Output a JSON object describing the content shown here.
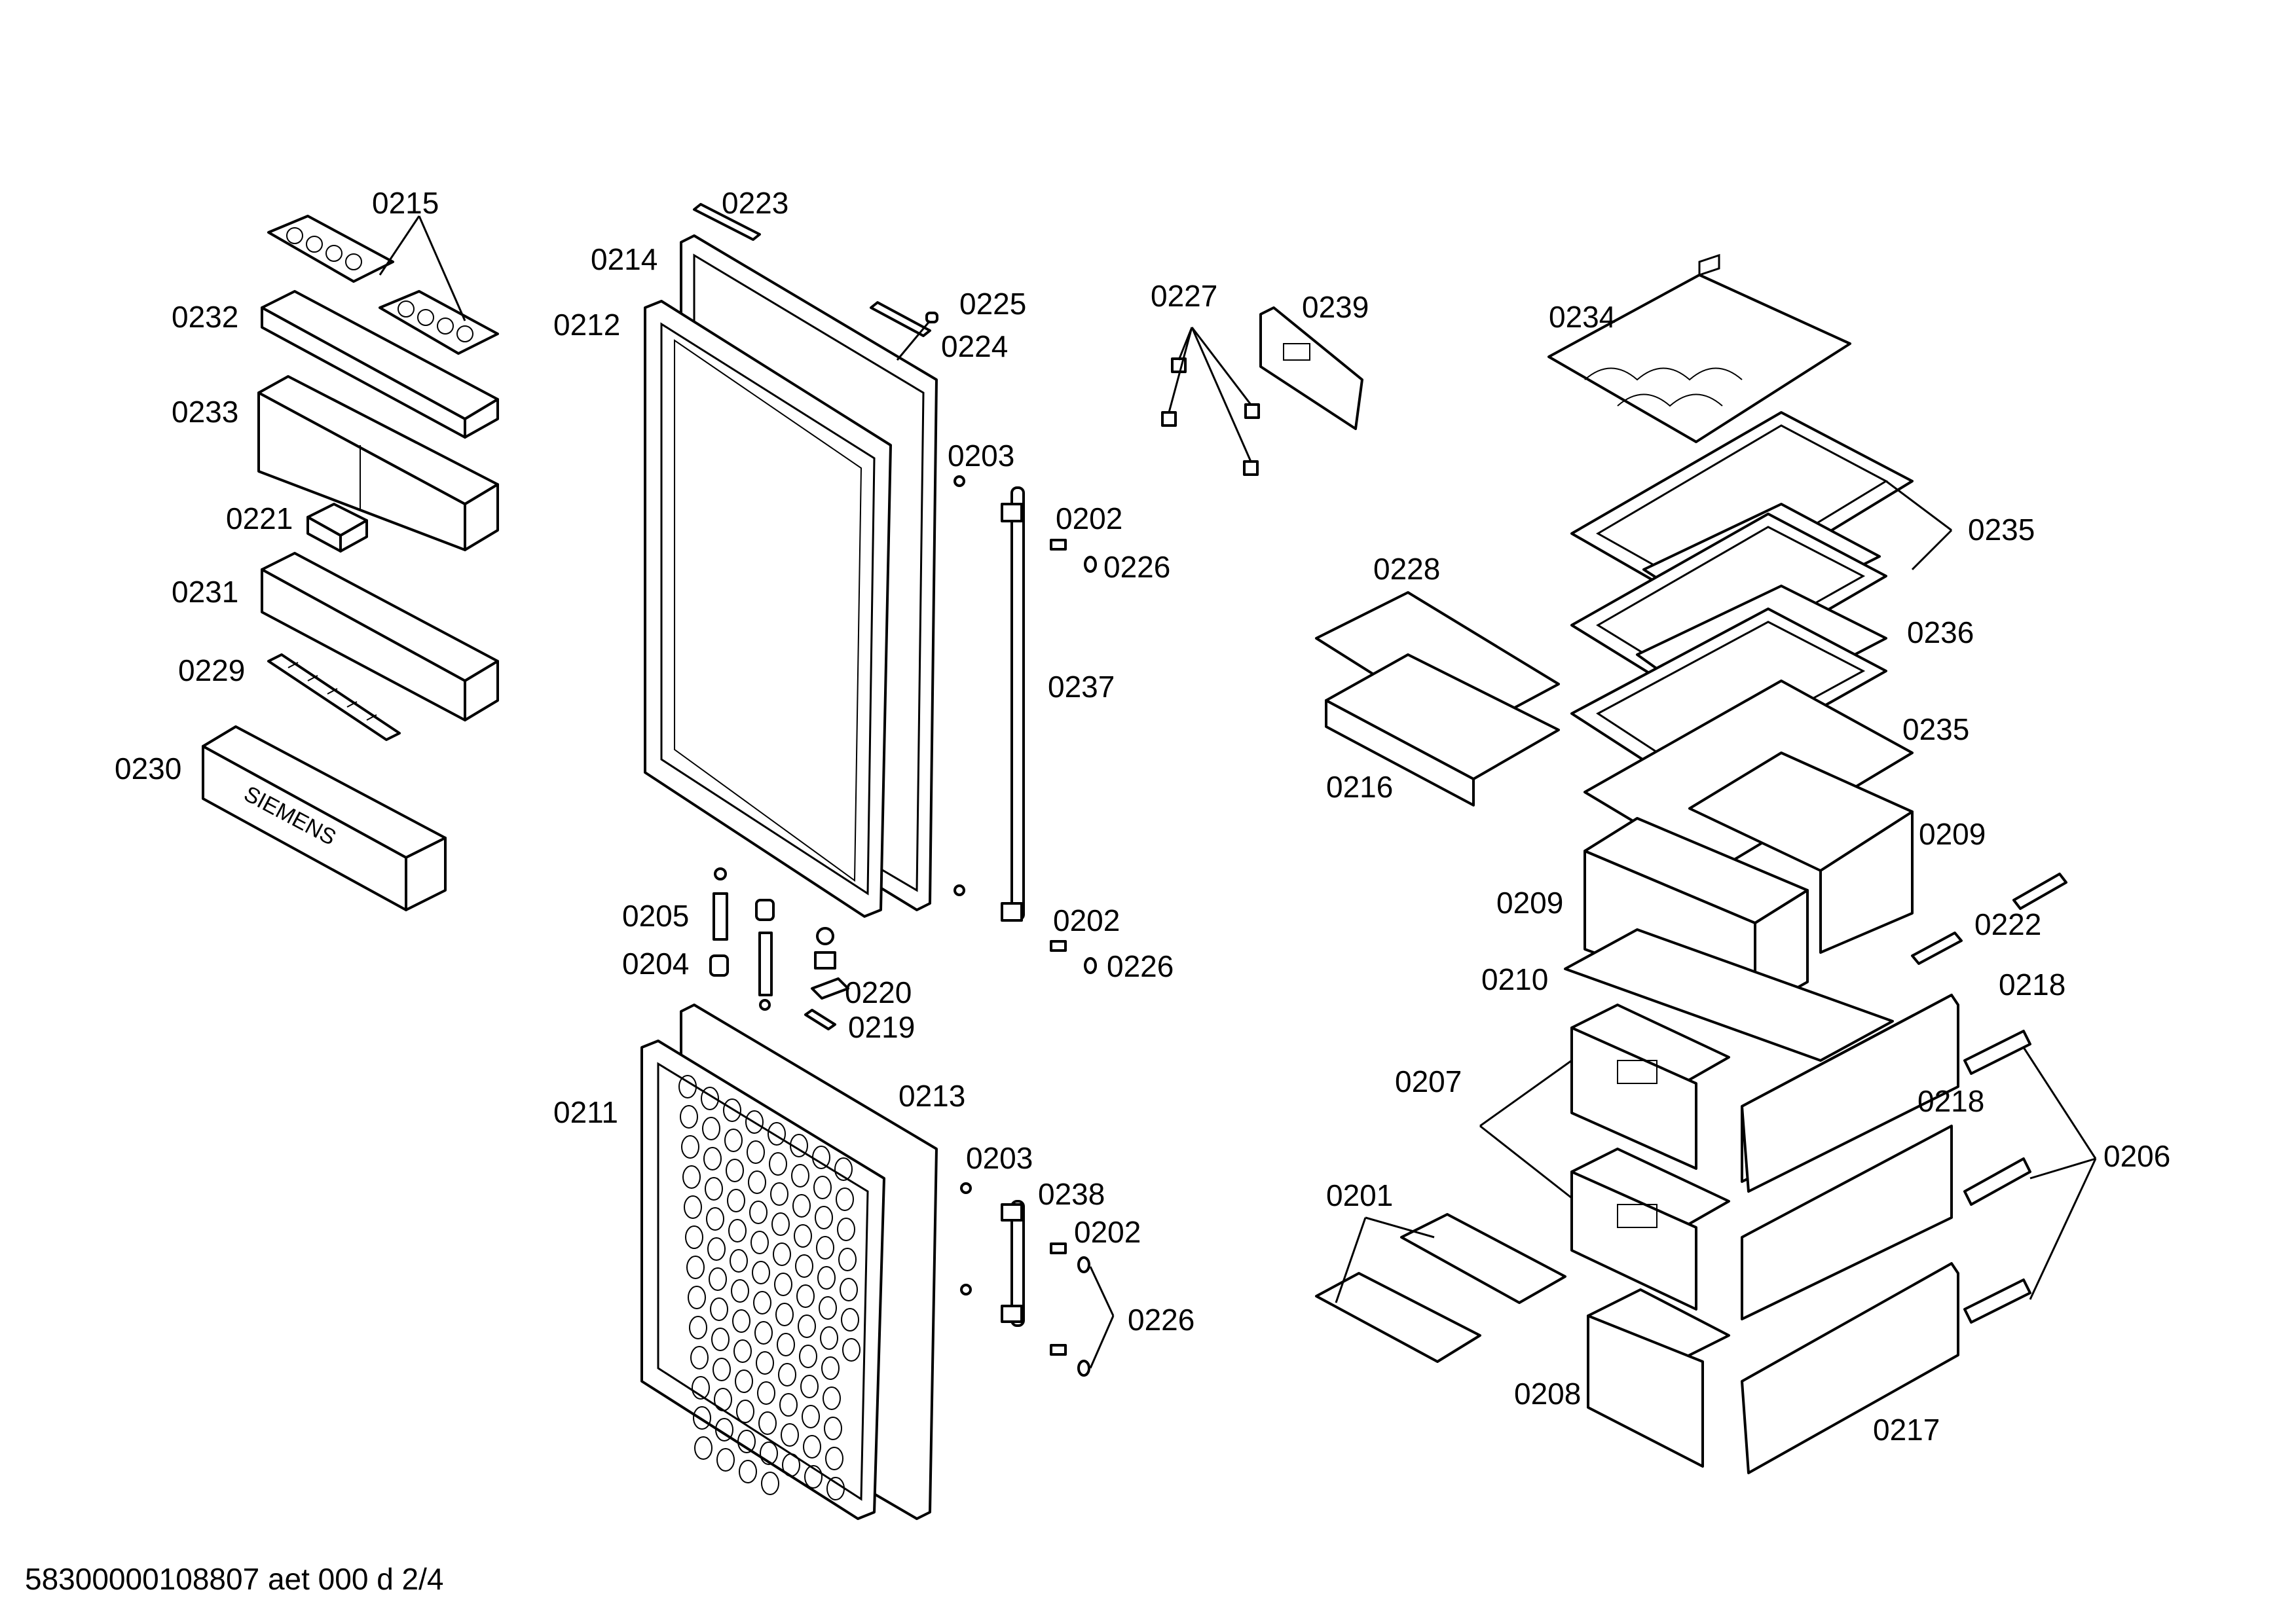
{
  "labels": {
    "p0215": "0215",
    "p0232": "0232",
    "p0233": "0233",
    "p0221": "0221",
    "p0231": "0231",
    "p0229": "0229",
    "p0230": "0230",
    "p0223": "0223",
    "p0214": "0214",
    "p0212": "0212",
    "p0225": "0225",
    "p0224": "0224",
    "p0203a": "0203",
    "p0202a": "0202",
    "p0226a": "0226",
    "p0237": "0237",
    "p0202b": "0202",
    "p0226b": "0226",
    "p0205": "0205",
    "p0204": "0204",
    "p0220": "0220",
    "p0219": "0219",
    "p0211": "0211",
    "p0213": "0213",
    "p0203b": "0203",
    "p0238": "0238",
    "p0202c": "0202",
    "p0226c": "0226",
    "p0227": "0227",
    "p0239": "0239",
    "p0228": "0228",
    "p0216": "0216",
    "p0201": "0201",
    "p0234": "0234",
    "p0235a": "0235",
    "p0236": "0236",
    "p0235b": "0235",
    "p0209a": "0209",
    "p0209b": "0209",
    "p0222": "0222",
    "p0210": "0210",
    "p0218a": "0218",
    "p0207": "0207",
    "p0218b": "0218",
    "p0206": "0206",
    "p0208": "0208",
    "p0217": "0217"
  },
  "brand_text": "SIEMENS",
  "footer": "58300000108807 aet 000 d 2/4"
}
